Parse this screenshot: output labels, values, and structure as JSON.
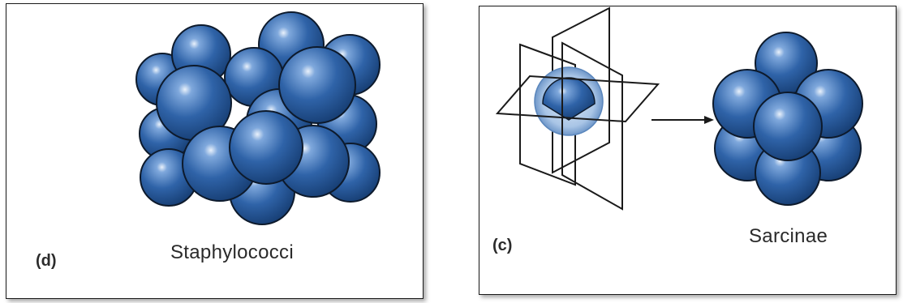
{
  "panels": {
    "staphylococci": {
      "letter": "(d)",
      "name": "Staphylococci"
    },
    "sarcinae": {
      "letter": "(c)",
      "name": "Sarcinae"
    }
  },
  "colors": {
    "sphere_light": "#7fa8dc",
    "sphere_mid": "#2f63a8",
    "sphere_dark": "#143a6e",
    "outline": "#0d1a2c",
    "border": "#1a1a1a"
  }
}
